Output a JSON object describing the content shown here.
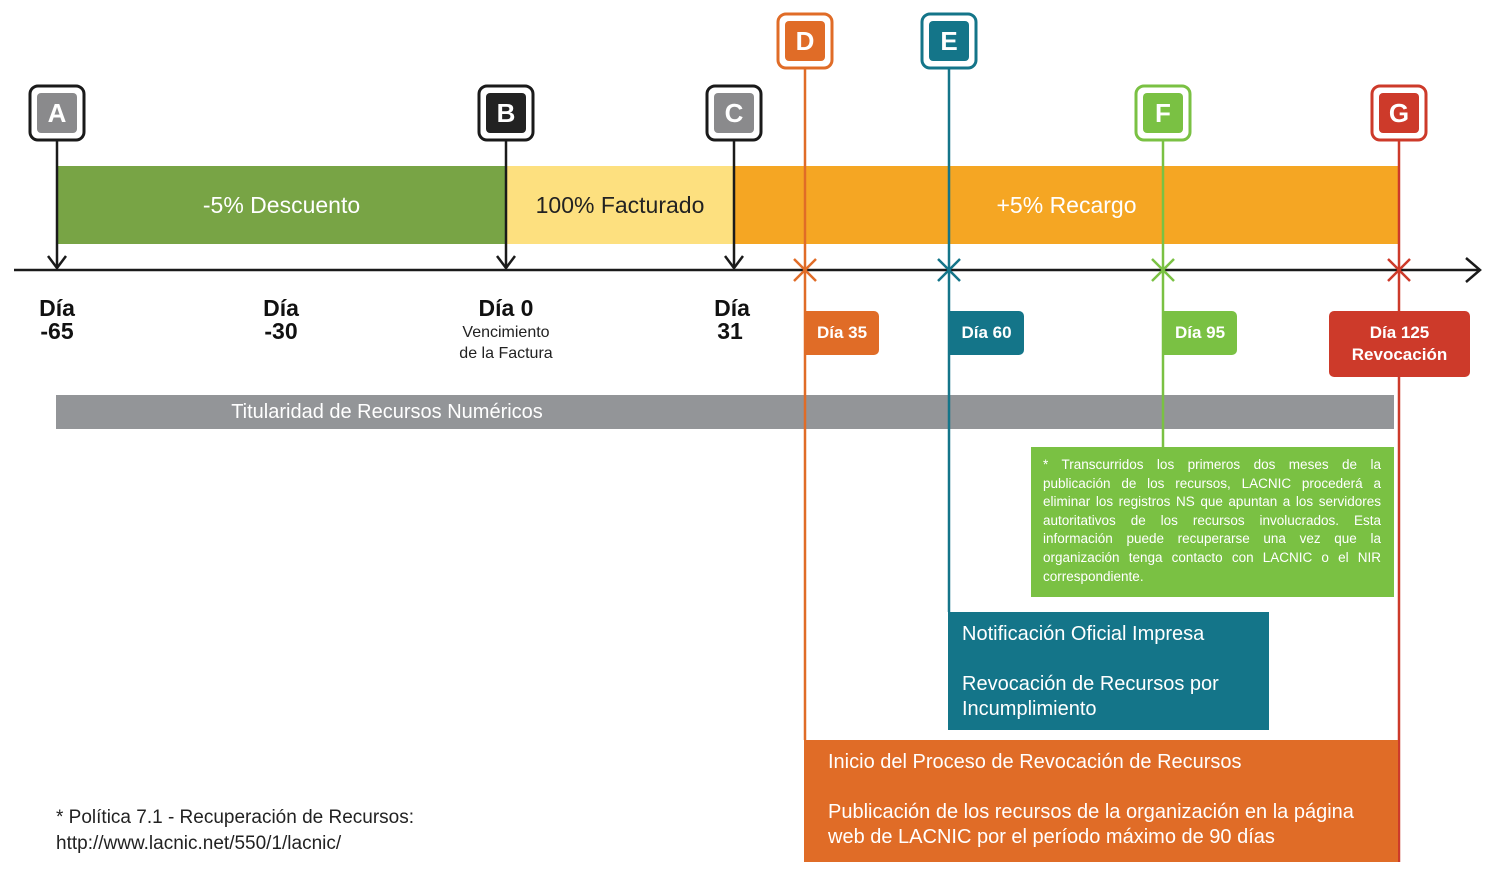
{
  "markers": [
    {
      "id": "A",
      "letter": "A",
      "color": "#8a8a8c",
      "border": "#1a1a1a"
    },
    {
      "id": "B",
      "letter": "B",
      "color": "#222222",
      "border": "#1a1a1a"
    },
    {
      "id": "C",
      "letter": "C",
      "color": "#8a8a8c",
      "border": "#1a1a1a"
    },
    {
      "id": "D",
      "letter": "D",
      "color": "#e06c27",
      "border": "#e06c27"
    },
    {
      "id": "E",
      "letter": "E",
      "color": "#147589",
      "border": "#147589"
    },
    {
      "id": "F",
      "letter": "F",
      "color": "#7ac143",
      "border": "#7ac143"
    },
    {
      "id": "G",
      "letter": "G",
      "color": "#cd3a2a",
      "border": "#cd3a2a"
    }
  ],
  "periods": {
    "discount": {
      "label": "-5% Descuento",
      "color": "#78a445"
    },
    "billed": {
      "label": "100% Facturado",
      "color": "#fde07f"
    },
    "surcharge": {
      "label": "+5% Recargo",
      "color": "#f5a623"
    }
  },
  "days": {
    "d65": {
      "line1": "Día",
      "line2": "-65"
    },
    "d30": {
      "line1": "Día",
      "line2": "-30"
    },
    "d0": {
      "line1": "Día 0",
      "sub1": "Vencimiento",
      "sub2": "de la Factura"
    },
    "d31": {
      "line1": "Día",
      "line2": "31"
    }
  },
  "chips": {
    "d35": {
      "label": "Día 35"
    },
    "d60": {
      "label": "Día 60"
    },
    "d95": {
      "label": "Día 95"
    },
    "d125": {
      "line1": "Día 125",
      "line2": "Revocación"
    }
  },
  "holding_bar": {
    "label": "Titularidad de Recursos Numéricos",
    "color": "#939598"
  },
  "green_note": {
    "text": "* Transcurridos los primeros dos meses de la publicación de los recursos, LACNIC procederá a eliminar los registros NS que apuntan a los servidores autoritativos de los recursos involucrados. Esta información puede recuperarse una vez que la organización tenga contacto con LACNIC o el NIR correspondiente."
  },
  "teal_box": {
    "line1": "Notificación Oficial Impresa",
    "line2": "Revocación de Recursos por Incumplimiento"
  },
  "orange_box": {
    "line1": "Inicio del Proceso de Revocación de Recursos",
    "line2": "Publicación de los recursos de la organización en la página web de LACNIC por el período máximo de 90 días"
  },
  "footnote": {
    "line1": "* Política 7.1 - Recuperación de Recursos:",
    "line2": "http://www.lacnic.net/550/1/lacnic/"
  }
}
